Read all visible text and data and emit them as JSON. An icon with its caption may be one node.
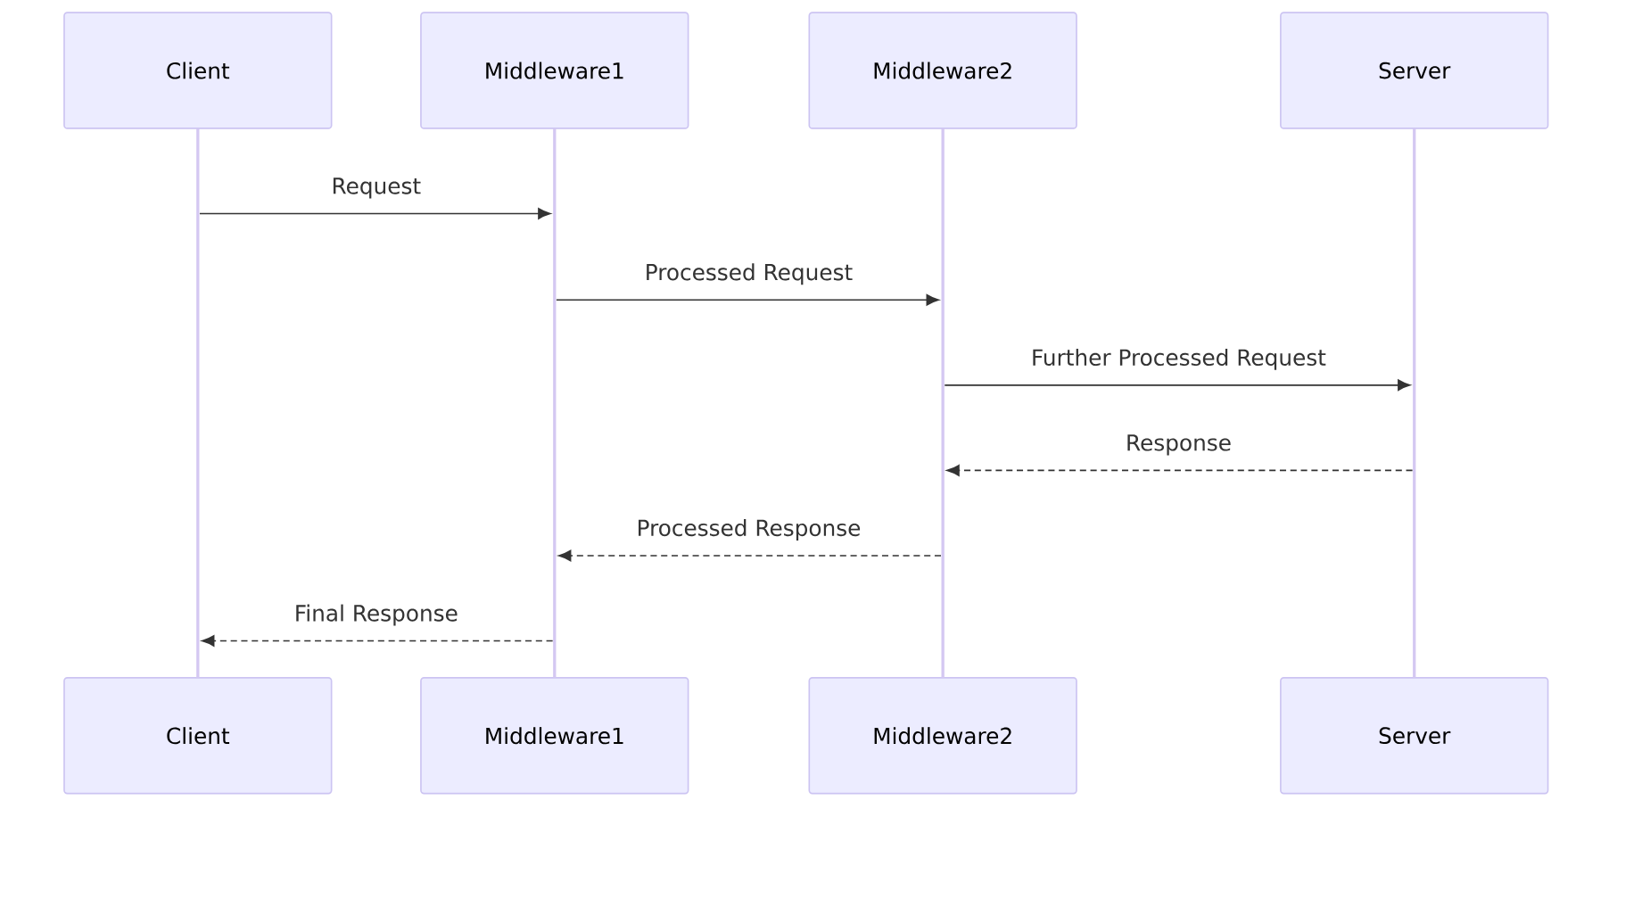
{
  "diagram": {
    "nodes": [
      {
        "text": [
          "Client"
        ]
      },
      {
        "text": [
          "Middleware1"
        ]
      },
      {
        "text": [
          "Middleware2"
        ]
      },
      {
        "text": [
          "Server"
        ]
      },
      {
        "text": [
          "Client"
        ]
      },
      {
        "text": [
          "Middleware1"
        ]
      },
      {
        "text": [
          "Middleware2"
        ]
      },
      {
        "text": [
          "Server"
        ]
      },
      {
        "text": [],
        "shape": "bar"
      },
      {
        "text": [],
        "shape": "bar"
      },
      {
        "text": [],
        "shape": "bar"
      },
      {
        "text": [],
        "shape": "bar"
      }
    ],
    "edges": [
      {
        "from": 8,
        "to": 9,
        "arrow": "to",
        "label": "Request"
      },
      {
        "from": 9,
        "to": 10,
        "arrow": "to",
        "label": "Processed Request"
      },
      {
        "from": 10,
        "to": 11,
        "arrow": "to",
        "label": "Further Processed Request"
      },
      {
        "from": 11,
        "to": 10,
        "arrow": "to",
        "label": "Response",
        "style": "dashed"
      },
      {
        "from": 10,
        "to": 9,
        "arrow": "to",
        "label": "Processed Response",
        "style": "dashed"
      },
      {
        "from": 9,
        "to": 8,
        "arrow": "to",
        "label": "Final Response",
        "style": "dashed"
      }
    ]
  }
}
